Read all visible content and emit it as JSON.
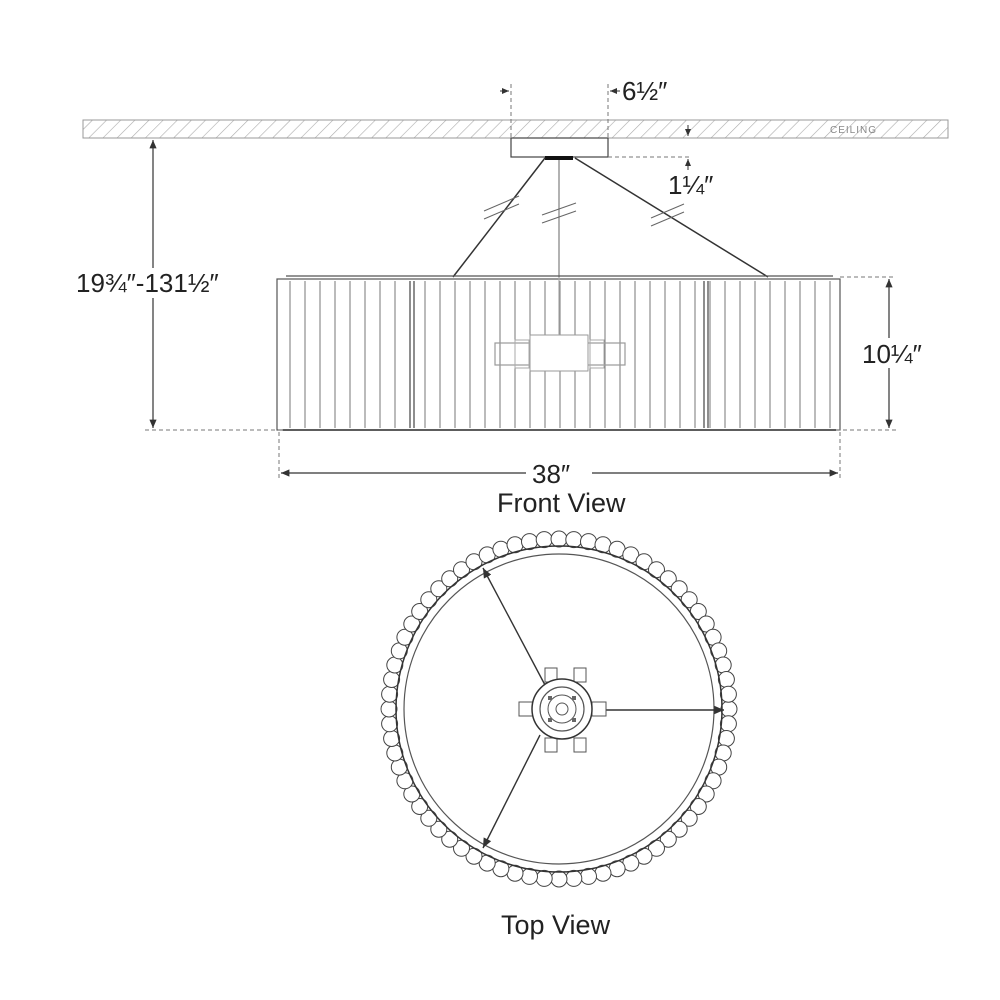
{
  "labels": {
    "canopy_width": "6½″",
    "canopy_height": "1¼″",
    "overall_height": "19¾″-131½″",
    "shade_height": "10¼″",
    "shade_width": "38″",
    "ceiling": "CEILING"
  },
  "views": {
    "front": "Front View",
    "top": "Top View"
  }
}
